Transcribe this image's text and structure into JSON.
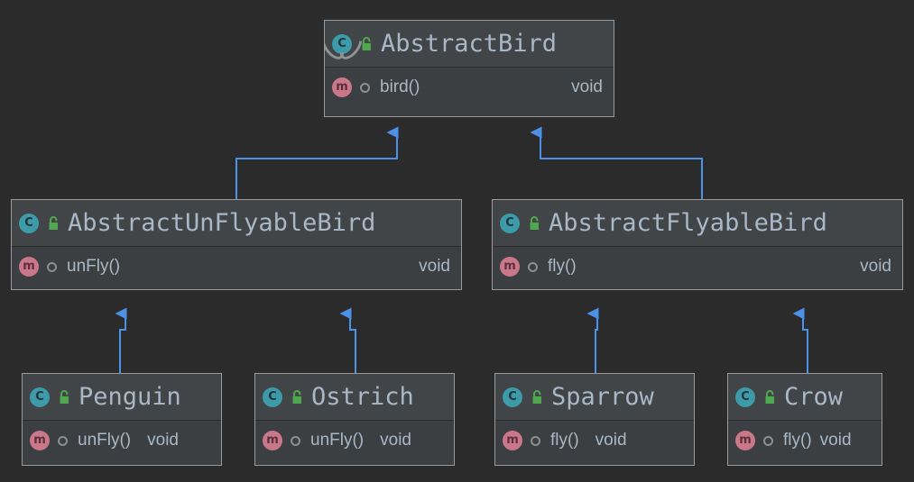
{
  "diagram": {
    "type": "uml-class-diagram",
    "background_color": "#2b2b2b",
    "node_fill": "#3c3f41",
    "node_header_fill": "#414548",
    "node_border": "#9a9a9a",
    "text_color": "#a9b7c6",
    "edge_color": "#4d90e8",
    "class_icon_color": "#3d9aa8",
    "method_icon_color": "#c9788a",
    "lock_icon_color": "#4fa84f"
  },
  "nodes": [
    {
      "id": "abstract-bird",
      "name": "AbstractBird",
      "abstract": true,
      "class_icon": "class-icon",
      "visibility_icon": "unlocked-padlock-icon",
      "members": [
        {
          "method_icon": "method-icon",
          "visibility_icon": "circle-visibility-icon",
          "name": "bird()",
          "type": "void"
        }
      ]
    },
    {
      "id": "abstract-unflyable-bird",
      "name": "AbstractUnFlyableBird",
      "abstract": false,
      "class_icon": "class-icon",
      "visibility_icon": "unlocked-padlock-icon",
      "members": [
        {
          "method_icon": "method-icon",
          "visibility_icon": "circle-visibility-icon",
          "name": "unFly()",
          "type": "void"
        }
      ]
    },
    {
      "id": "abstract-flyable-bird",
      "name": "AbstractFlyableBird",
      "abstract": false,
      "class_icon": "class-icon",
      "visibility_icon": "unlocked-padlock-icon",
      "members": [
        {
          "method_icon": "method-icon",
          "visibility_icon": "circle-visibility-icon",
          "name": "fly()",
          "type": "void"
        }
      ]
    },
    {
      "id": "penguin",
      "name": "Penguin",
      "abstract": false,
      "class_icon": "class-icon",
      "visibility_icon": "unlocked-padlock-icon",
      "members": [
        {
          "method_icon": "method-icon",
          "visibility_icon": "circle-visibility-icon",
          "name": "unFly()",
          "type": "void"
        }
      ]
    },
    {
      "id": "ostrich",
      "name": "Ostrich",
      "abstract": false,
      "class_icon": "class-icon",
      "visibility_icon": "unlocked-padlock-icon",
      "members": [
        {
          "method_icon": "method-icon",
          "visibility_icon": "circle-visibility-icon",
          "name": "unFly()",
          "type": "void"
        }
      ]
    },
    {
      "id": "sparrow",
      "name": "Sparrow",
      "abstract": false,
      "class_icon": "class-icon",
      "visibility_icon": "unlocked-padlock-icon",
      "members": [
        {
          "method_icon": "method-icon",
          "visibility_icon": "circle-visibility-icon",
          "name": "fly()",
          "type": "void"
        }
      ]
    },
    {
      "id": "crow",
      "name": "Crow",
      "abstract": false,
      "class_icon": "class-icon",
      "visibility_icon": "unlocked-padlock-icon",
      "members": [
        {
          "method_icon": "method-icon",
          "visibility_icon": "circle-visibility-icon",
          "name": "fly()",
          "type": "void"
        }
      ]
    }
  ],
  "edges": [
    {
      "id": "edge-unflyable-to-bird",
      "from": "abstract-unflyable-bird",
      "to": "abstract-bird",
      "kind": "generalization"
    },
    {
      "id": "edge-flyable-to-bird",
      "from": "abstract-flyable-bird",
      "to": "abstract-bird",
      "kind": "generalization"
    },
    {
      "id": "edge-penguin-to-unflyable",
      "from": "penguin",
      "to": "abstract-unflyable-bird",
      "kind": "generalization"
    },
    {
      "id": "edge-ostrich-to-unflyable",
      "from": "ostrich",
      "to": "abstract-unflyable-bird",
      "kind": "generalization"
    },
    {
      "id": "edge-sparrow-to-flyable",
      "from": "sparrow",
      "to": "abstract-flyable-bird",
      "kind": "generalization"
    },
    {
      "id": "edge-crow-to-flyable",
      "from": "crow",
      "to": "abstract-flyable-bird",
      "kind": "generalization"
    }
  ]
}
